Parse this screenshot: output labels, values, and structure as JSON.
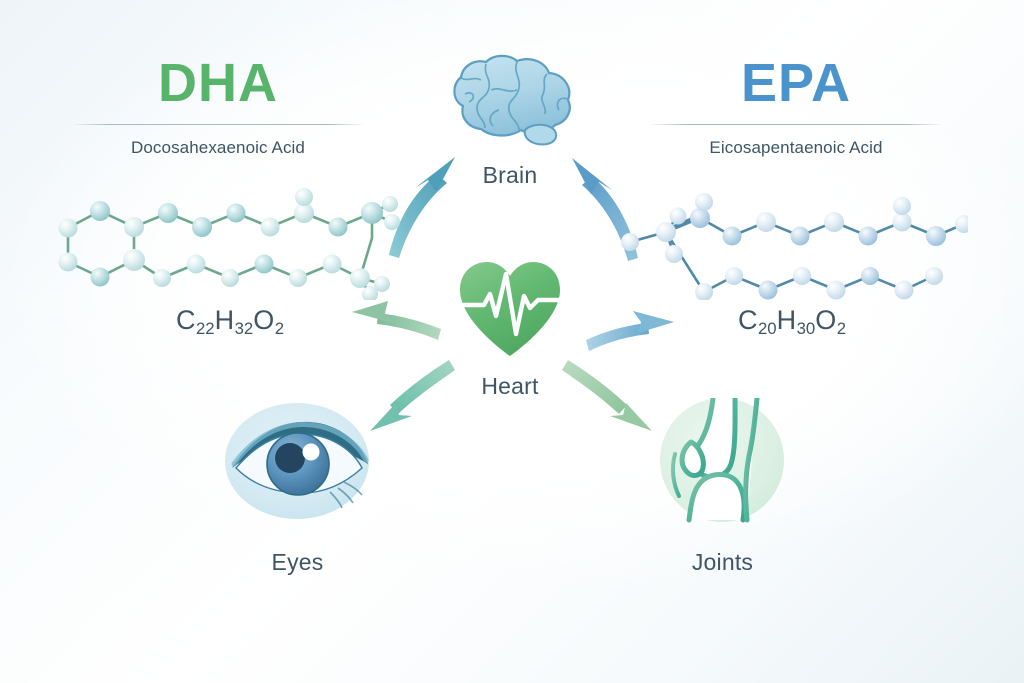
{
  "page": {
    "background_top": "#eef4f8",
    "background_bottom": "#eaf2f6",
    "text_color": "#3f5565"
  },
  "panels": {
    "dha": {
      "acronym": "DHA",
      "acronym_color": "#58b36b",
      "full_name": "Docosahexaenoic Acid",
      "formula": {
        "text": "C22H32O2",
        "parts": [
          {
            "t": "C",
            "sub": false
          },
          {
            "t": "22",
            "sub": true
          },
          {
            "t": "H",
            "sub": false
          },
          {
            "t": "32",
            "sub": true
          },
          {
            "t": "O",
            "sub": false
          },
          {
            "t": "2",
            "sub": true
          }
        ]
      },
      "molecule_style": "ball-and-stick, light blue spheres, green-teal bonds"
    },
    "epa": {
      "acronym": "EPA",
      "acronym_color": "#4a93cd",
      "full_name": "Eicosapentaenoic Acid",
      "formula": {
        "text": "C20H30O2",
        "parts": [
          {
            "t": "C",
            "sub": false
          },
          {
            "t": "20",
            "sub": true
          },
          {
            "t": "H",
            "sub": false
          },
          {
            "t": "30",
            "sub": true
          },
          {
            "t": "O",
            "sub": false
          },
          {
            "t": "2",
            "sub": true
          }
        ]
      },
      "molecule_style": "ball-and-stick, light blue spheres, blue bonds"
    }
  },
  "benefits": {
    "brain": {
      "label": "Brain",
      "icon": "brain-icon",
      "color": "#a4cfe4"
    },
    "heart": {
      "label": "Heart",
      "icon": "heart-pulse-icon",
      "color": "#62b971"
    },
    "eyes": {
      "label": "Eyes",
      "icon": "eye-icon",
      "color": "#5a93bd"
    },
    "joints": {
      "label": "Joints",
      "icon": "knee-joint-icon",
      "color": "#4fb39a"
    }
  },
  "arrows": [
    {
      "name": "arrow-dha-to-brain",
      "from": "dha",
      "to": "brain",
      "color": "#64b0c4",
      "direction": "up-right"
    },
    {
      "name": "arrow-epa-to-brain",
      "from": "epa",
      "to": "brain",
      "color": "#6fa8ce",
      "direction": "up-left"
    },
    {
      "name": "arrow-heart-to-dha",
      "from": "heart",
      "to": "dha",
      "color": "#8fc3a6",
      "direction": "left"
    },
    {
      "name": "arrow-heart-to-epa",
      "from": "heart",
      "to": "epa",
      "color": "#7eb8d4",
      "direction": "right"
    },
    {
      "name": "arrow-heart-to-eyes",
      "from": "heart",
      "to": "eyes",
      "color": "#74c0ae",
      "direction": "down-left"
    },
    {
      "name": "arrow-heart-to-joints",
      "from": "heart",
      "to": "joints",
      "color": "#97c9a4",
      "direction": "down-right"
    }
  ]
}
